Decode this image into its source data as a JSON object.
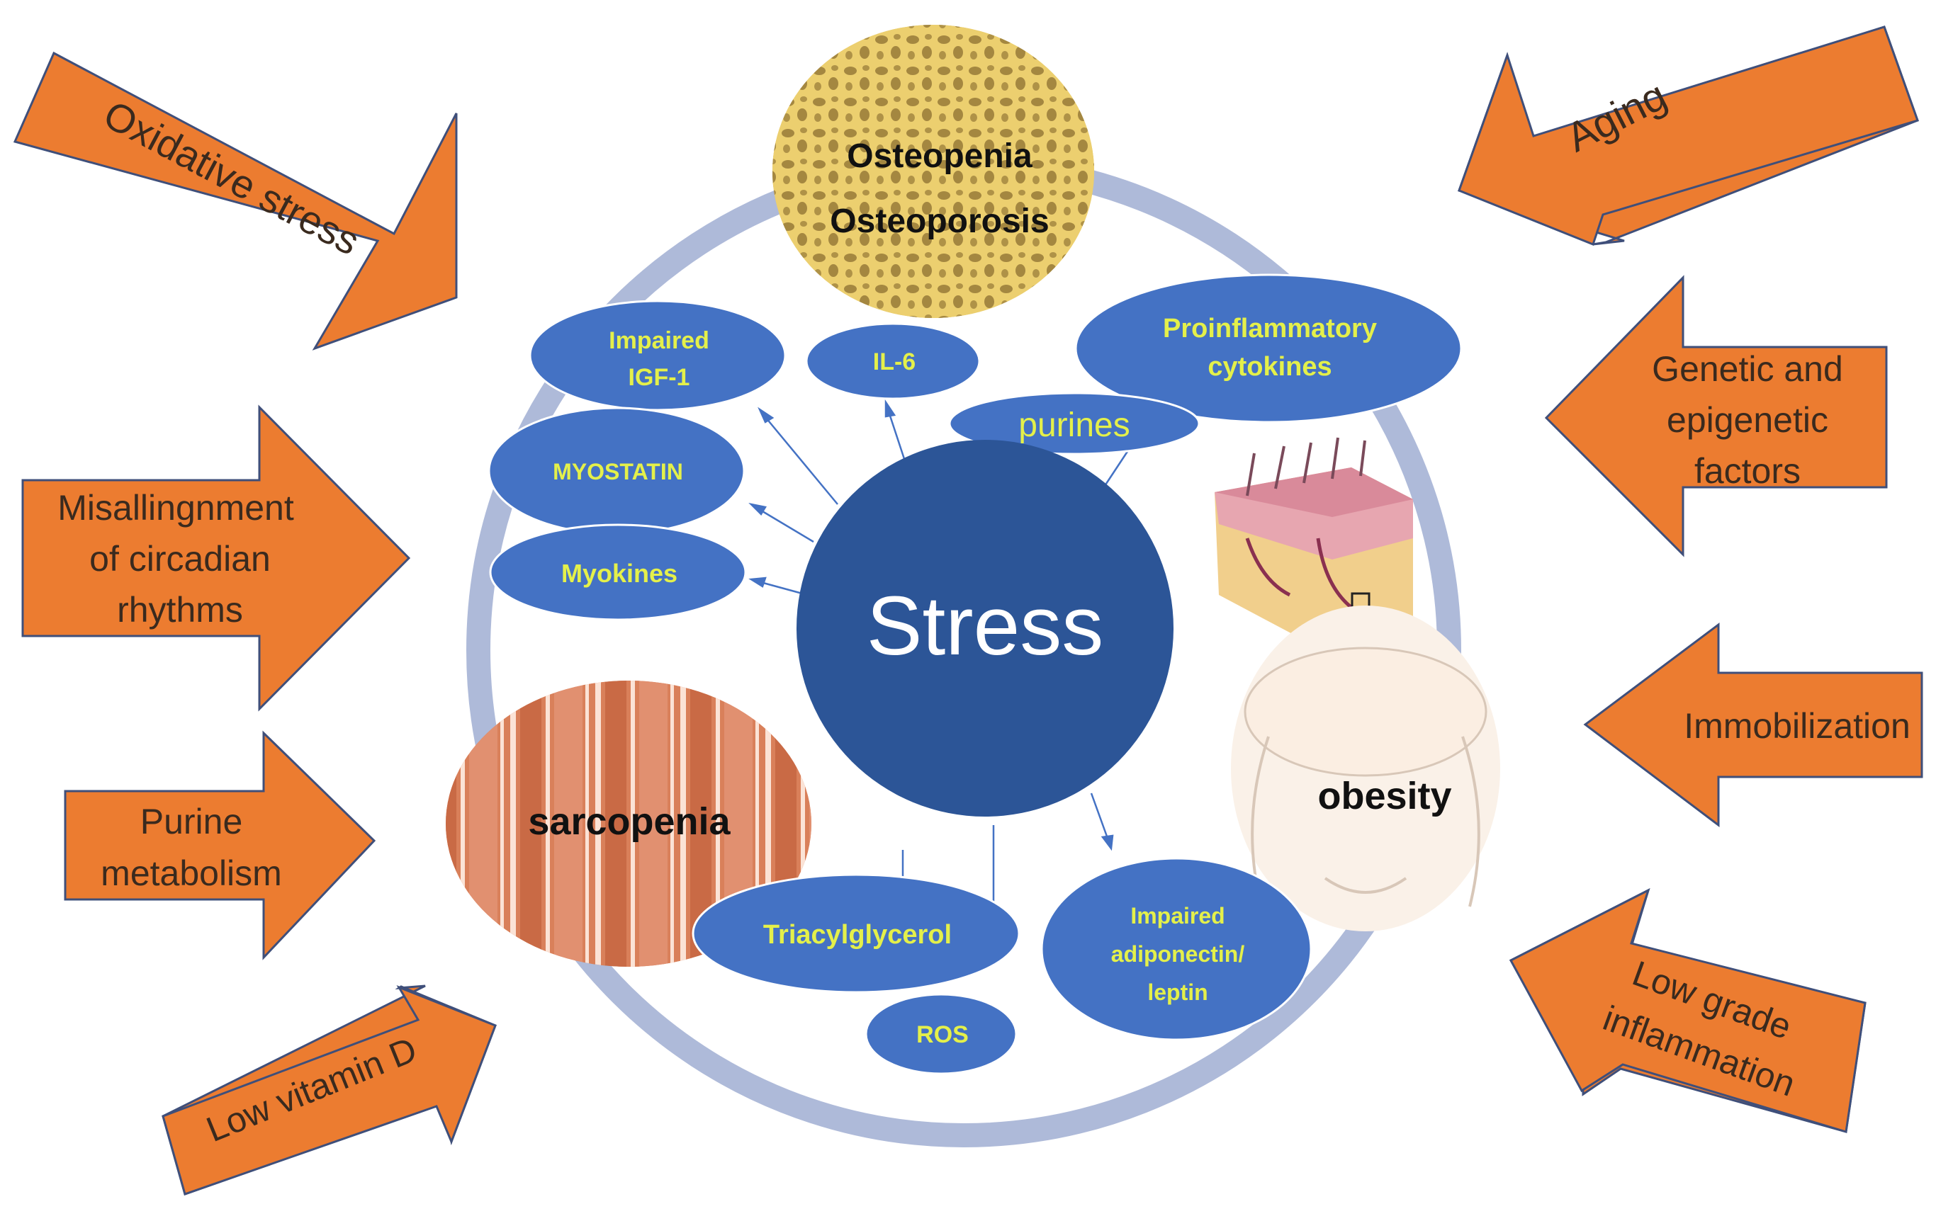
{
  "center": {
    "label": "Stress"
  },
  "risk_factors": {
    "oxidative_stress": "Oxidative stress",
    "circadian": [
      "Misallingnment",
      "of circadian",
      "rhythms"
    ],
    "purine_metabolism": [
      "Purine",
      "metabolism"
    ],
    "low_vitamin_d": "Low vitamin D",
    "aging": "Aging",
    "genetic": [
      "Genetic and",
      "epigenetic",
      "factors"
    ],
    "immobilization": "Immobilization",
    "low_grade": [
      "Low grade",
      "inflammation"
    ]
  },
  "conditions": {
    "osteopenia": "Osteopenia",
    "osteoporosis": "Osteoporosis",
    "sarcopenia": "sarcopenia",
    "obesity": "obesity"
  },
  "mediators": {
    "impaired_igf1": [
      "Impaired",
      "IGF-1"
    ],
    "il6": "IL-6",
    "proinflammatory": [
      "Proinflammatory",
      "cytokines"
    ],
    "purines": "purines",
    "myostatin": "MYOSTATIN",
    "myokines": "Myokines",
    "triacylglycerol": "Triacylglycerol",
    "adiponectin": [
      "Impaired",
      "adiponectin/",
      "leptin"
    ],
    "ros": "ROS"
  },
  "colors": {
    "arrow_fill": "#ec7c30",
    "arrow_stroke": "#3f4f7a",
    "ellipse_fill": "#4472c4",
    "center_fill": "#2c5597",
    "ring": "#aebad9",
    "label_yellow": "#e4f04a"
  }
}
